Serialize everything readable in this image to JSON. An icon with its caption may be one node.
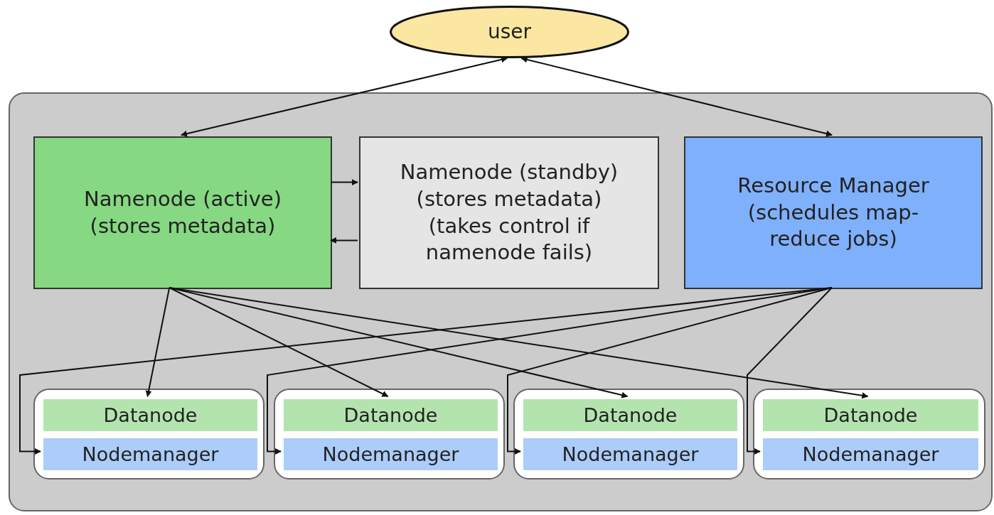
{
  "diagram": {
    "nodes": [
      {
        "text": [
          "user"
        ]
      },
      {
        "text": [],
        "shape": "box"
      },
      {
        "text": [
          "Namenode (active) (stores metadata)"
        ],
        "in": 1
      },
      {
        "text": [
          "Namenode (standby) (stores metadata) (takes control if namenode fails)"
        ],
        "in": 1
      },
      {
        "text": [
          "Resource Manager (schedules map-reduce jobs)"
        ],
        "in": 1
      },
      {
        "text": [],
        "shape": "box",
        "in": 1
      },
      {
        "text": [
          "Datanode"
        ],
        "in": 5
      },
      {
        "text": [
          "Nodemanager"
        ],
        "in": 5
      },
      {
        "text": [],
        "shape": "box",
        "in": 1
      },
      {
        "text": [
          "Datanode"
        ],
        "in": 8
      },
      {
        "text": [
          "Nodemanager"
        ],
        "in": 8
      },
      {
        "text": [],
        "shape": "box",
        "in": 1
      },
      {
        "text": [
          "Datanode"
        ],
        "in": 11
      },
      {
        "text": [
          "Nodemanager"
        ],
        "in": 11
      },
      {
        "text": [],
        "shape": "box",
        "in": 1
      },
      {
        "text": [
          "Datanode"
        ],
        "in": 14
      },
      {
        "text": [
          "Nodemanager"
        ],
        "in": 14
      }
    ],
    "edges": [
      {
        "from": 0,
        "to": 2,
        "arrow": "both"
      },
      {
        "from": 0,
        "to": 4,
        "arrow": "both"
      },
      {
        "from": 2,
        "to": 3,
        "arrow": "to"
      },
      {
        "from": 3,
        "to": 2,
        "arrow": "to"
      },
      {
        "from": 2,
        "to": 6,
        "arrow": "to"
      },
      {
        "from": 2,
        "to": 9,
        "arrow": "to"
      },
      {
        "from": 2,
        "to": 12,
        "arrow": "to"
      },
      {
        "from": 2,
        "to": 15,
        "arrow": "to"
      },
      {
        "from": 4,
        "to": 7,
        "arrow": "to"
      },
      {
        "from": 4,
        "to": 10,
        "arrow": "to"
      },
      {
        "from": 4,
        "to": 13,
        "arrow": "to"
      },
      {
        "from": 4,
        "to": 16,
        "arrow": "to"
      }
    ]
  }
}
